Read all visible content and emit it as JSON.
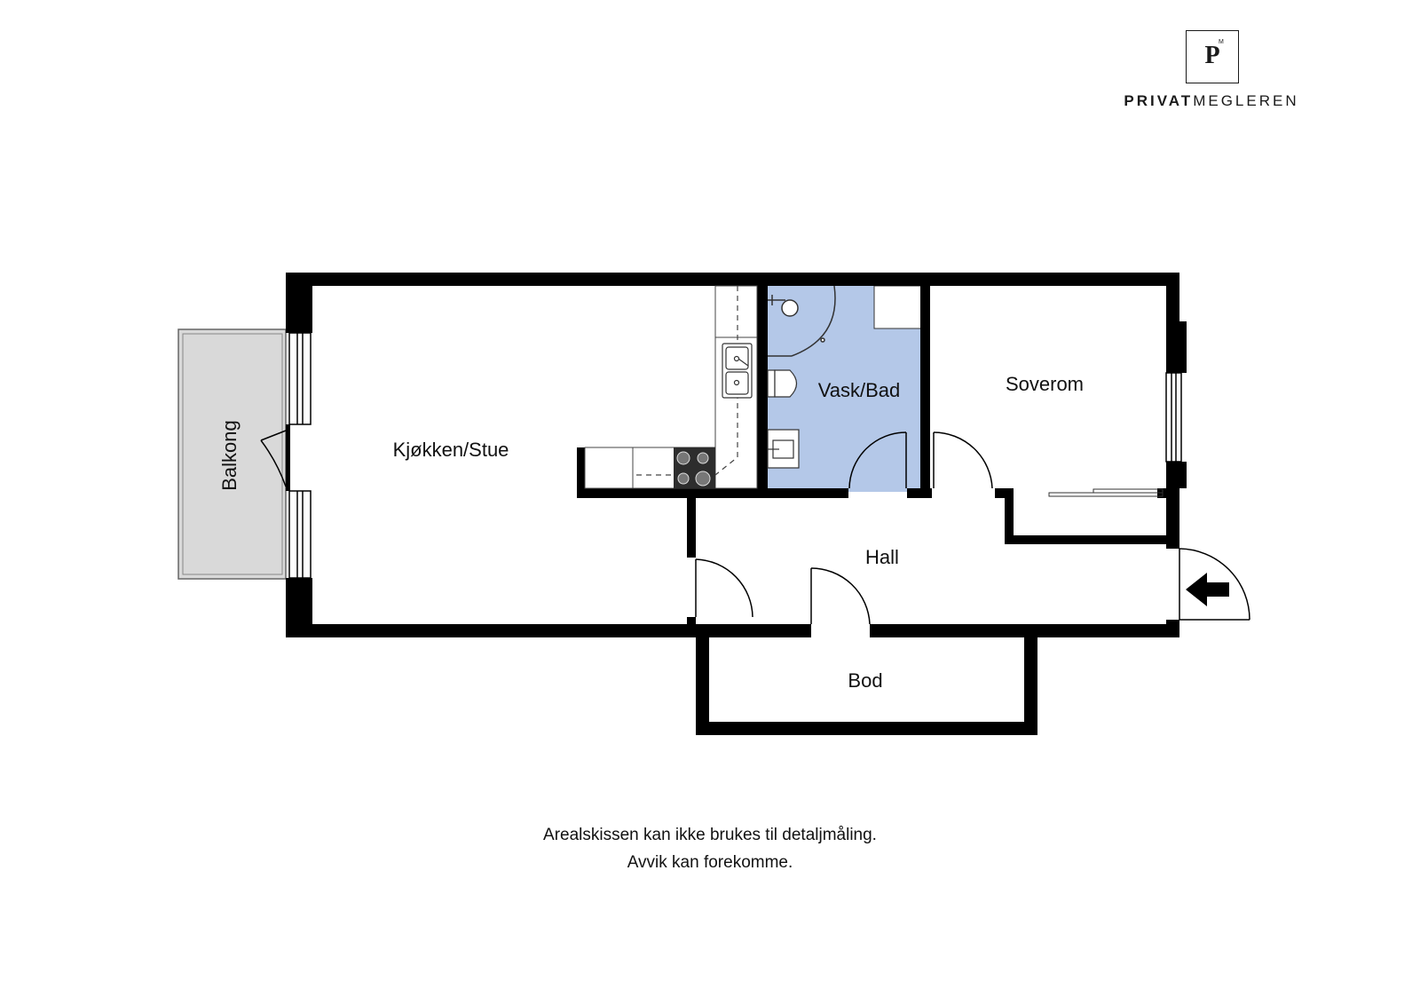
{
  "brand": {
    "logo_letter": "P",
    "logo_superscript": "M",
    "name_bold": "PRIVAT",
    "name_regular": "MEGLEREN"
  },
  "rooms": {
    "balkong": "Balkong",
    "kjokken_stue": "Kjøkken/Stue",
    "vask_bad": "Vask/Bad",
    "soverom": "Soverom",
    "hall": "Hall",
    "bod": "Bod"
  },
  "disclaimer": {
    "line1": "Arealskissen kan ikke brukes til detaljmåling.",
    "line2": "Avvik kan forekomme."
  },
  "colors": {
    "wall": "#000000",
    "bathroom_fill": "#b4c8e8",
    "balcony_fill": "#d9d9d9",
    "background": "#ffffff"
  },
  "icons": [
    "entrance-arrow-icon",
    "sink-icon",
    "stove-icon",
    "toilet-icon",
    "shower-icon",
    "washbasin-icon"
  ]
}
